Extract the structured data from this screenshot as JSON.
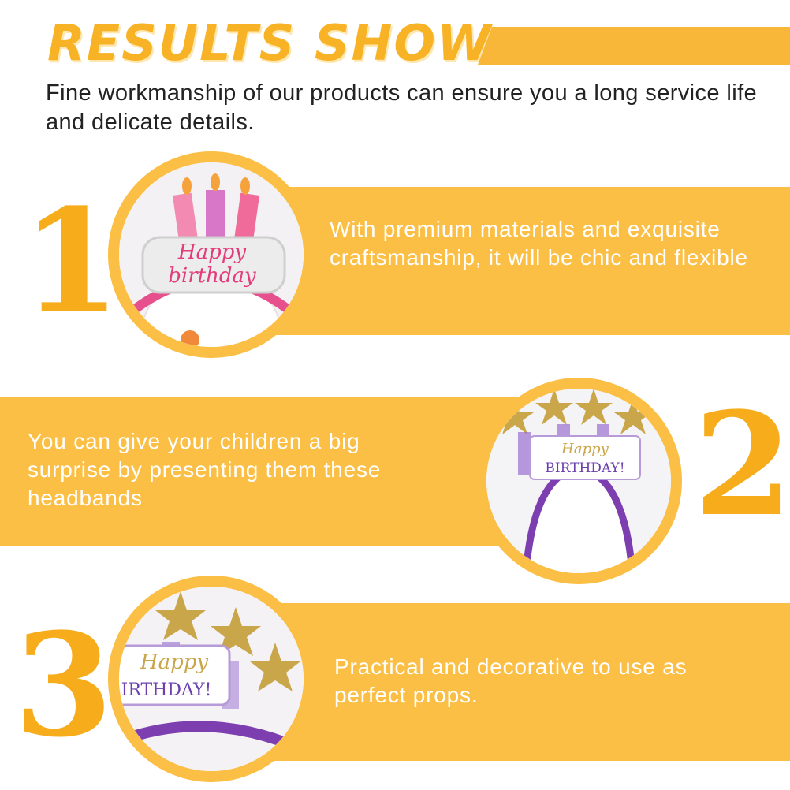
{
  "header": {
    "title": "RESULTS SHOW",
    "description": "Fine workmanship of our products can ensure you a long service life and delicate details."
  },
  "features": [
    {
      "number": "1",
      "text": "With premium materials and exquisite craftsmanship, it will be chic and flexible",
      "image_label_top": "Happy",
      "image_label_bottom": "birthday"
    },
    {
      "number": "2",
      "text": "You can give your children a big surprise by presenting them these headbands",
      "image_label_top": "Happy",
      "image_label_bottom": "BIRTHDAY!"
    },
    {
      "number": "3",
      "text": "Practical and decorative to use as perfect props.",
      "image_label_top": "Happy",
      "image_label_bottom": "IRTHDAY!"
    }
  ],
  "colors": {
    "accent": "#fbbf46",
    "number": "#f7ac1c",
    "title": "#f7b325"
  }
}
